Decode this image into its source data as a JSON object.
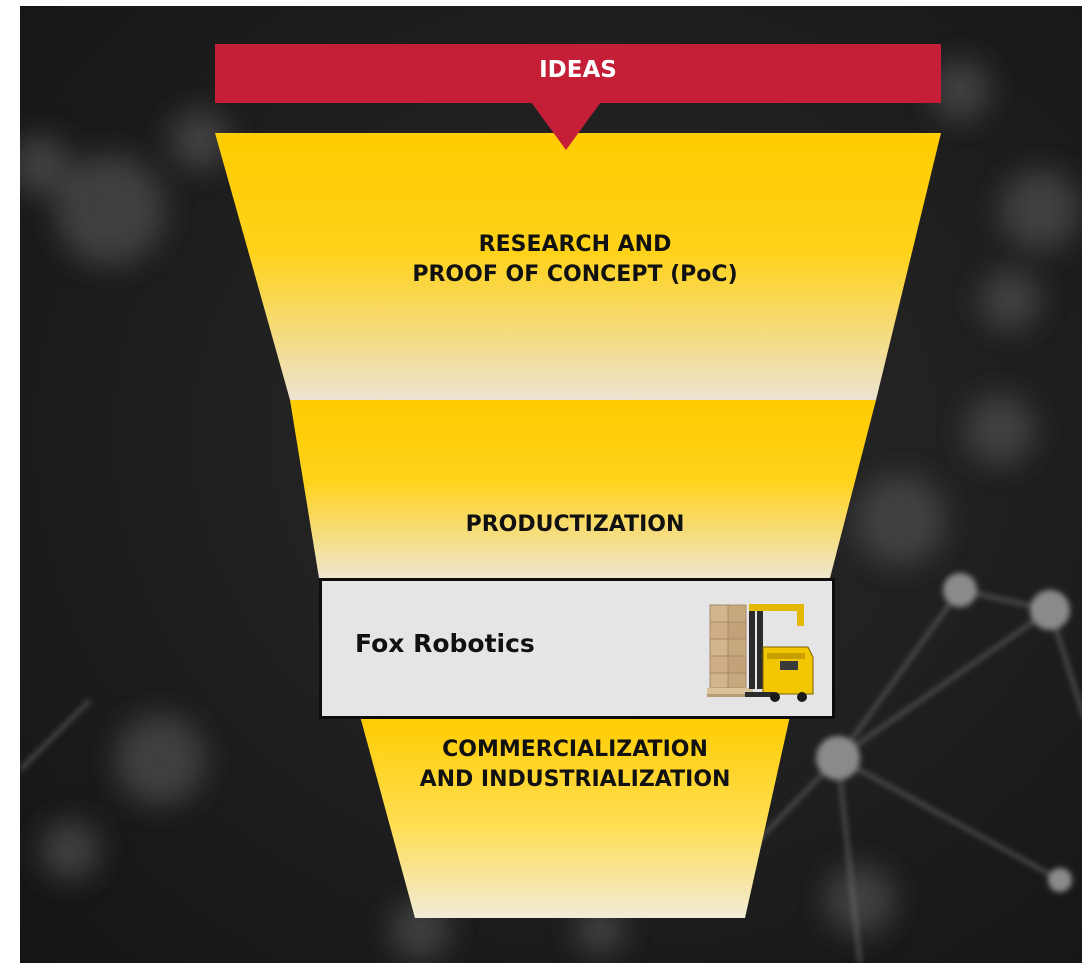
{
  "funnel": {
    "top_banner": "IDEAS",
    "stages": [
      {
        "label": "RESEARCH AND\nPROOF OF CONCEPT (PoC)"
      },
      {
        "label": "PRODUCTIZATION"
      },
      {
        "label": "COMMERCIALIZATION\nAND INDUSTRIALIZATION"
      }
    ],
    "callout": {
      "title": "Fox Robotics",
      "icon": "autonomous-forklift-with-boxes-icon"
    }
  },
  "colors": {
    "banner_red": "#c41f36",
    "funnel_yellow": "#ffcc00",
    "funnel_fade": "#efe7cf",
    "background_dark": "#1b1b1b",
    "callout_fill": "#e5e5e5",
    "text_dark": "#111111"
  }
}
